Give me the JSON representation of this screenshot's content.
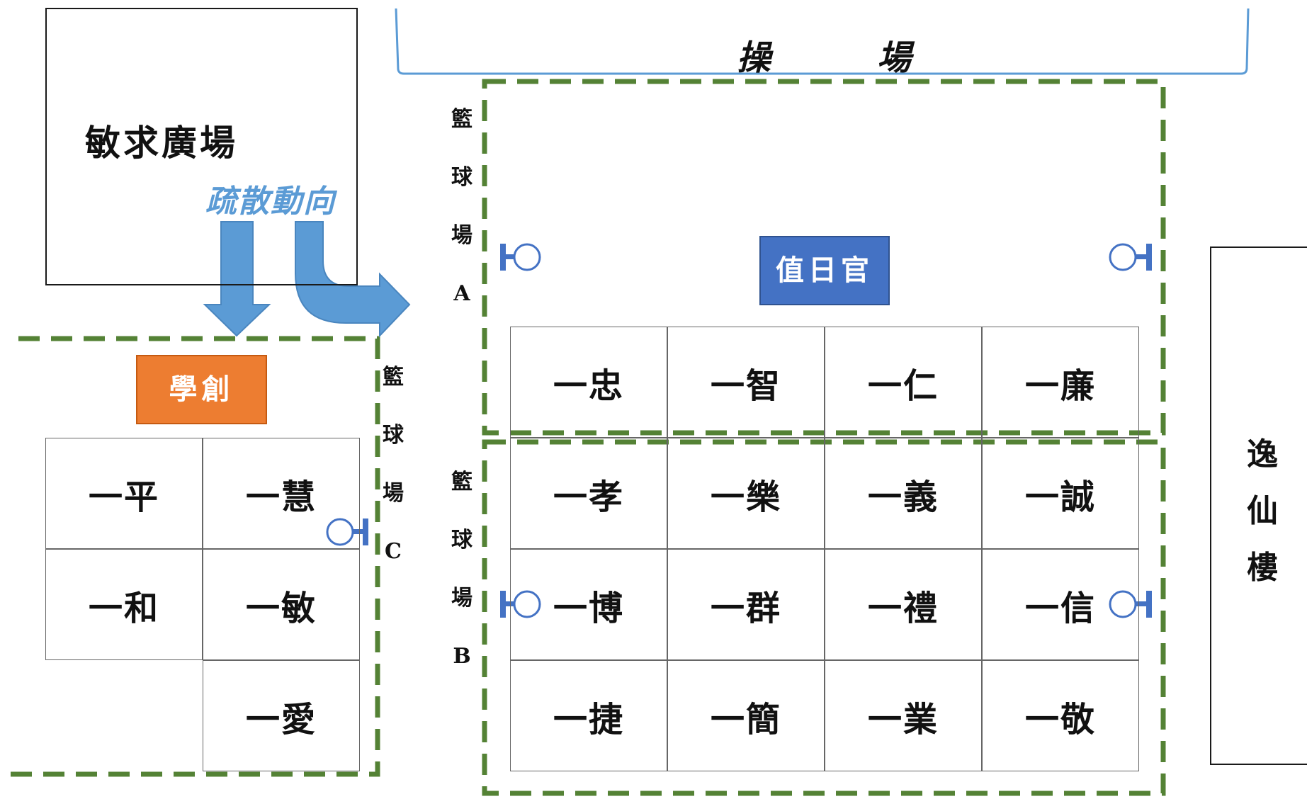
{
  "plaza": {
    "label": "敏求廣場"
  },
  "field": {
    "chars": [
      "操",
      "場"
    ]
  },
  "building": {
    "chars": [
      "逸",
      "仙",
      "樓"
    ]
  },
  "evacuation": {
    "label": "疏散動向"
  },
  "duty_officer": {
    "label": "值日官"
  },
  "xuechuang": {
    "label": "學創"
  },
  "courts": {
    "a": {
      "chars": [
        "籃",
        "球",
        "場",
        "A"
      ]
    },
    "b": {
      "chars": [
        "籃",
        "球",
        "場",
        "B"
      ]
    },
    "c": {
      "chars": [
        "籃",
        "球",
        "場",
        "C"
      ]
    }
  },
  "classes_top": [
    "一忠",
    "一智",
    "一仁",
    "一廉"
  ],
  "classes_main": [
    [
      "一孝",
      "一樂",
      "一義",
      "一誠"
    ],
    [
      "一博",
      "一群",
      "一禮",
      "一信"
    ],
    [
      "一捷",
      "一簡",
      "一業",
      "一敬"
    ]
  ],
  "classes_left": [
    [
      "一平",
      "一慧"
    ],
    [
      "一和",
      "一敏"
    ],
    [
      "",
      "一愛"
    ]
  ],
  "colors": {
    "dashed_border": "#548235",
    "arrow": "#5b9bd5",
    "field_outline": "#5b9bd5",
    "hoop": "#4472c4",
    "duty_tag": "#4472c4",
    "xuechuang_tag": "#ed7d31"
  },
  "icons": [
    "down-arrow-icon",
    "curved-arrow-icon",
    "basketball-hoop-icon"
  ]
}
